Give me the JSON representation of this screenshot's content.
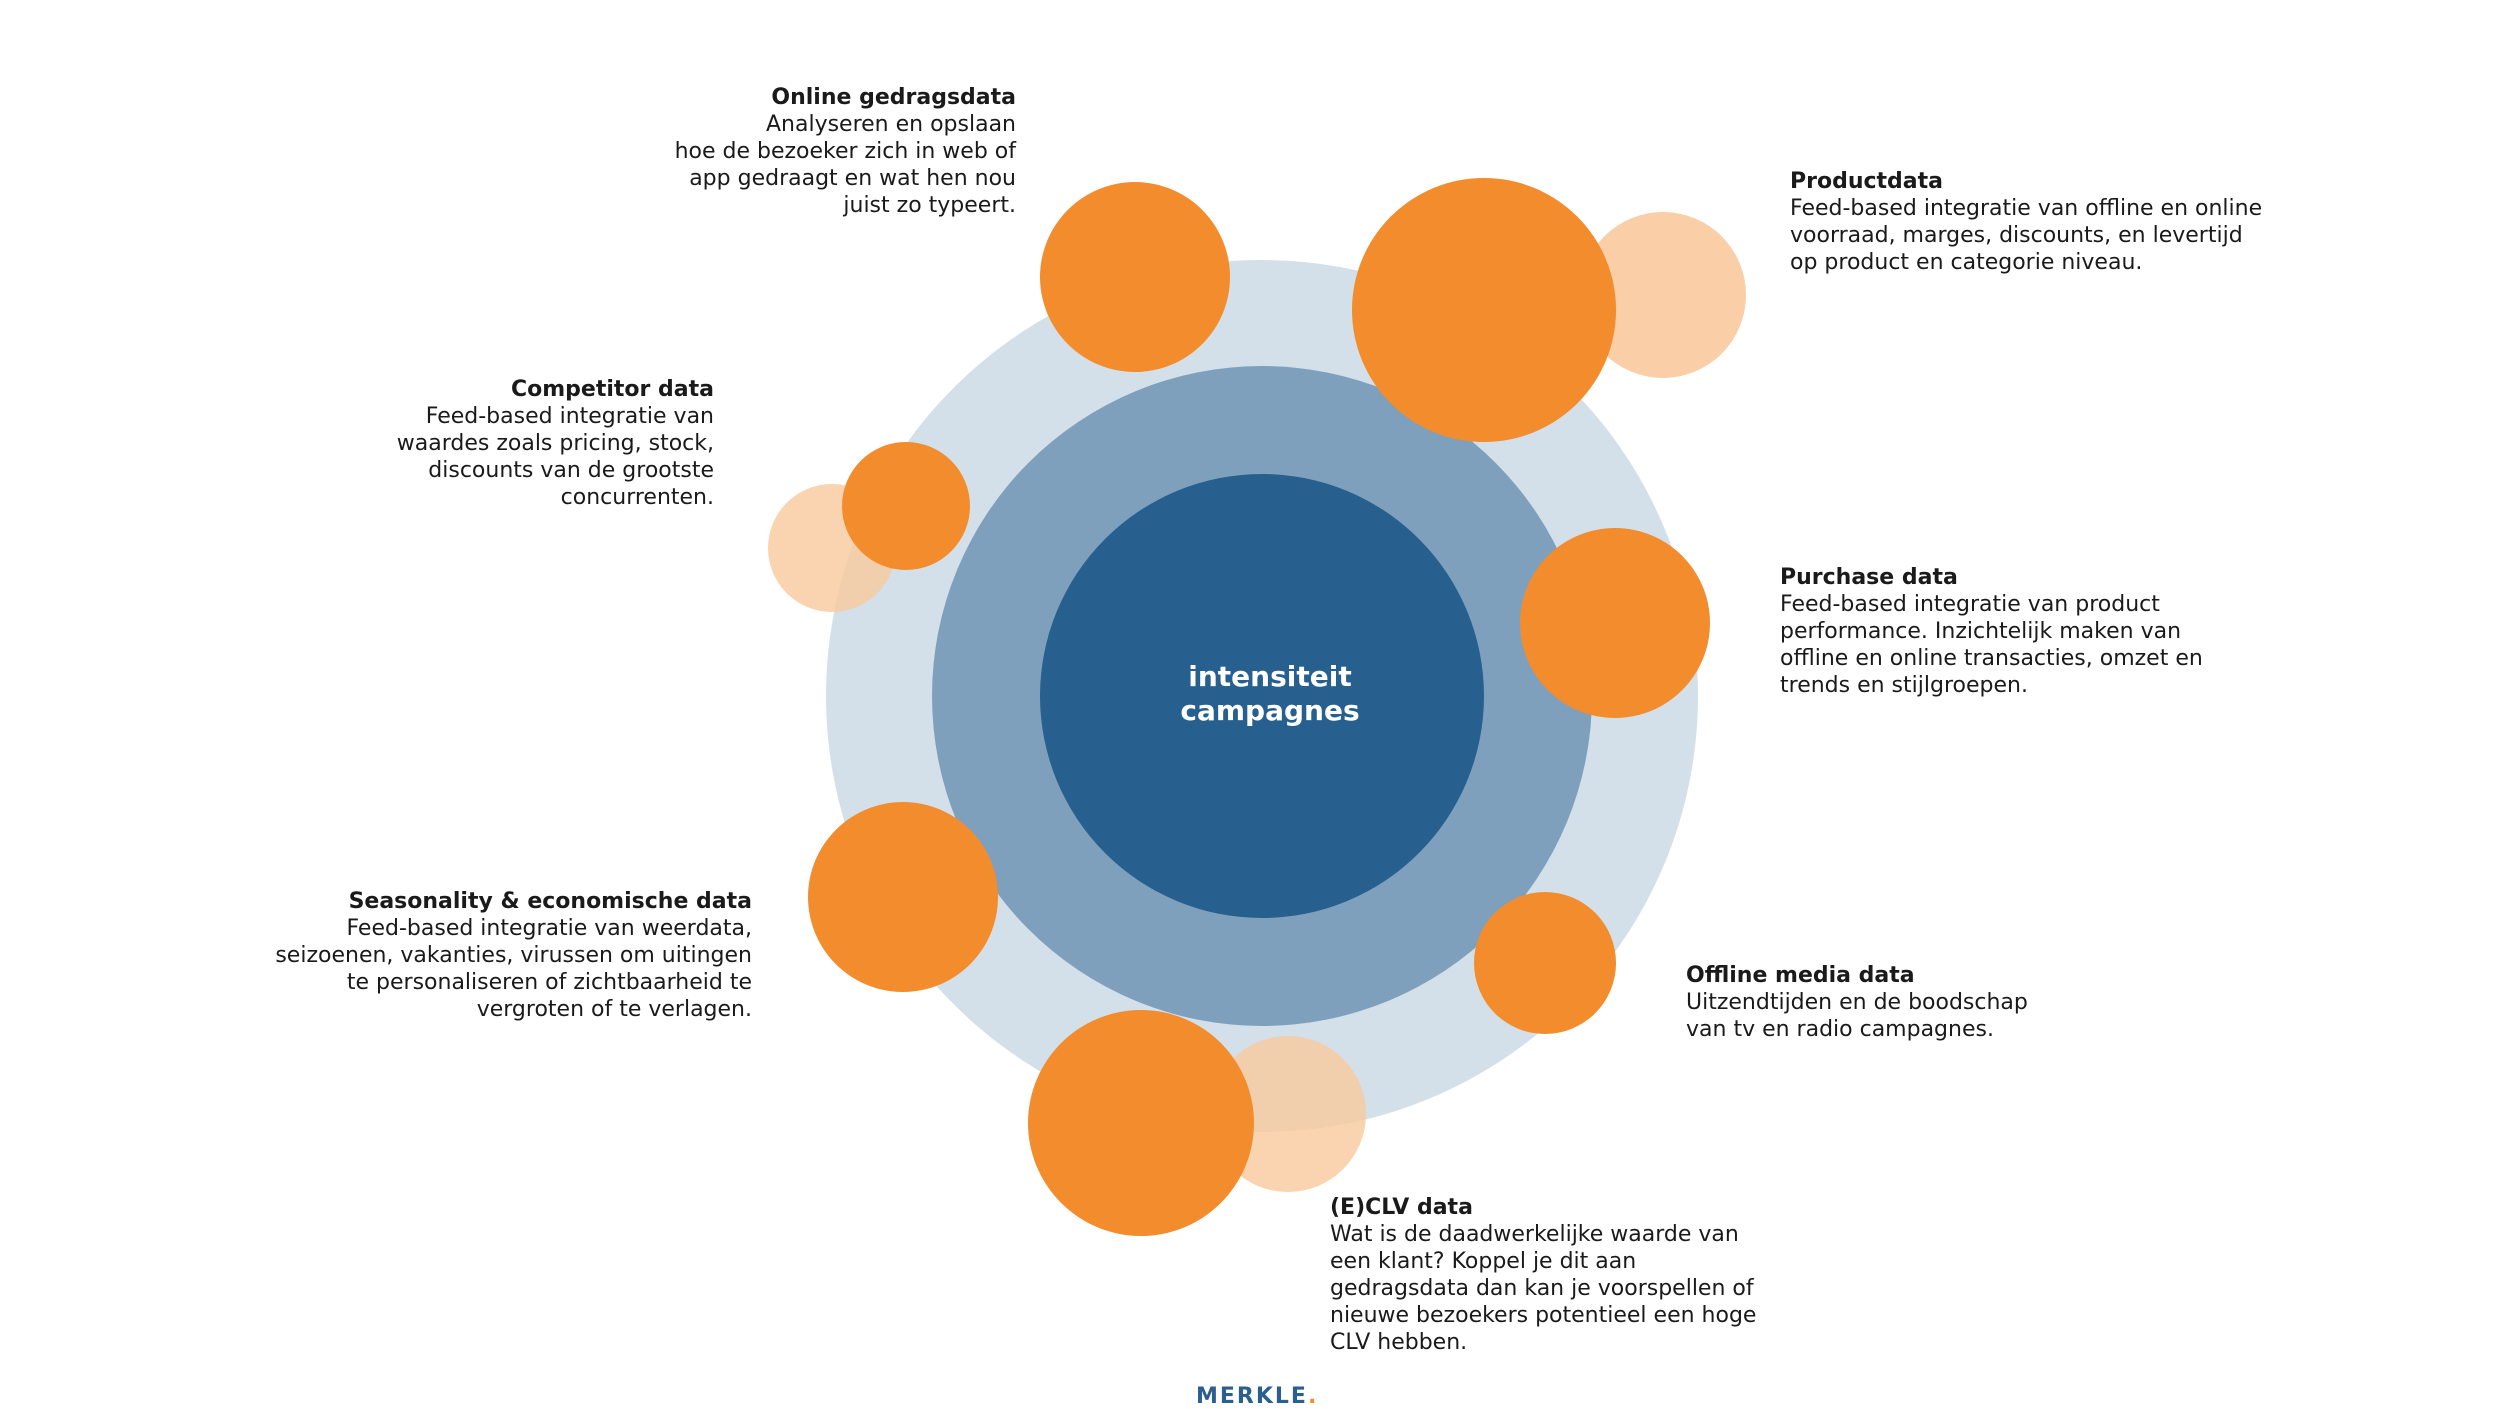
{
  "colors": {
    "outer_ring": "#d3dfe9",
    "middle_ring": "#7fa0bd",
    "inner_core": "#27608e",
    "bubble": "#f28c2c",
    "bubble_light": "#f9c99c",
    "logo": "#2a5f8f"
  },
  "center": {
    "text": "intensiteit\ncampagnes"
  },
  "items": [
    {
      "id": "online",
      "title": "Online gedragsdata",
      "desc": "Analyseren en opslaan\nhoe de bezoeker zich in web of\napp gedraagt en wat hen nou\njuist zo typeert."
    },
    {
      "id": "product",
      "title": "Productdata",
      "desc": "Feed-based integratie van offline en online\nvoorraad, marges, discounts, en levertijd\nop product en categorie niveau."
    },
    {
      "id": "competitor",
      "title": "Competitor data",
      "desc": "Feed-based integratie van\nwaardes zoals pricing, stock,\ndiscounts van de grootste\nconcurrenten."
    },
    {
      "id": "purchase",
      "title": "Purchase data",
      "desc": "Feed-based integratie van product\nperformance. Inzichtelijk maken van\noffline en online transacties, omzet en\ntrends en stijlgroepen."
    },
    {
      "id": "seasonality",
      "title": "Seasonality & economische data",
      "desc": "Feed-based integratie van weerdata,\nseizoenen, vakanties, virussen om uitingen\nte personaliseren of zichtbaarheid te\nvergroten of te verlagen."
    },
    {
      "id": "offline",
      "title": "Offline media data",
      "desc": "Uitzendtijden en de boodschap\nvan tv en radio campagnes."
    },
    {
      "id": "eclv",
      "title": "(E)CLV data",
      "desc": "Wat is de daadwerkelijke waarde van\neen klant? Koppel je dit aan\ngedragsdata dan kan je voorspellen of\nnieuwe bezoekers potentieel een hoge\nCLV hebben."
    }
  ],
  "logo": {
    "text": "MERKLE",
    "mark": "."
  }
}
